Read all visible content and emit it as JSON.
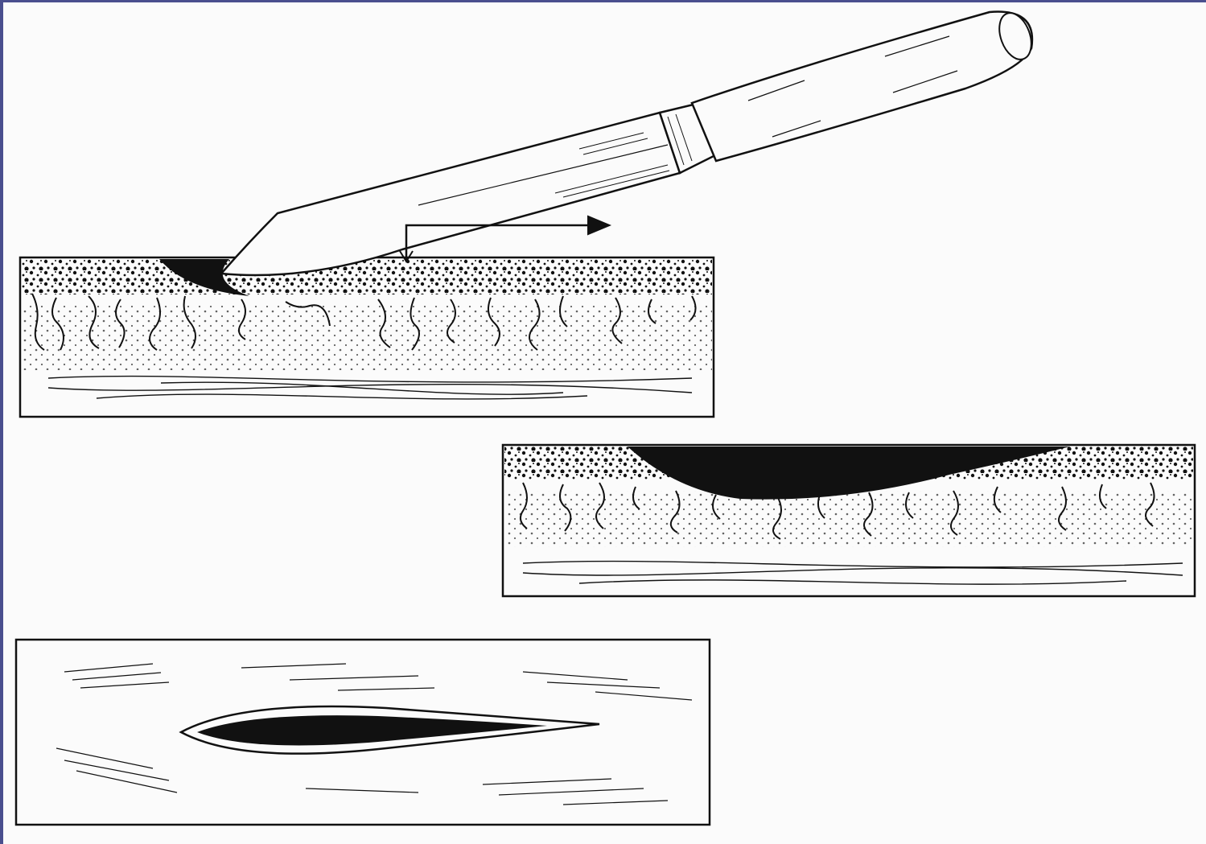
{
  "figure": {
    "panels": [
      "incision-with-scalpel",
      "incision-cross-section",
      "incision-surface-view"
    ],
    "ink_color": "#111111",
    "paper_color": "#fbfbfb",
    "frame_color": "#4a4f8e"
  }
}
